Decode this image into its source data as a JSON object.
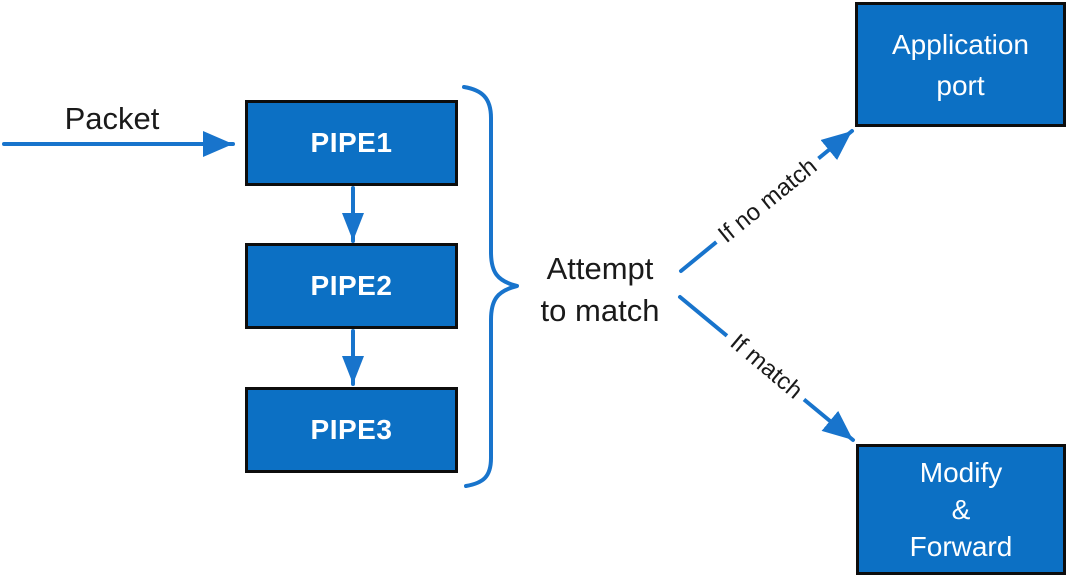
{
  "colors": {
    "box_fill": "#0c70c4",
    "box_border": "#0d0d0d",
    "box_text": "#ffffff",
    "line": "#1874cc",
    "text": "#1a1a1a",
    "background": "#ffffff"
  },
  "labels": {
    "packet": "Packet",
    "attempt_lines": [
      "Attempt",
      "to match"
    ],
    "if_no_match": "If no match",
    "if_match": "If match"
  },
  "nodes": {
    "pipes": [
      {
        "label": "PIPE1"
      },
      {
        "label": "PIPE2"
      },
      {
        "label": "PIPE3"
      }
    ],
    "application_port": {
      "lines": [
        "Application",
        "port"
      ]
    },
    "modify_forward": {
      "lines": [
        "Modify",
        "&",
        "Forward"
      ]
    }
  }
}
